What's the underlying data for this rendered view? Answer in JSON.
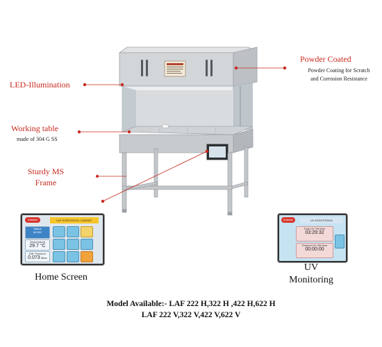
{
  "callouts": {
    "powder_coated": {
      "title": "Powder Coated",
      "line1": "Powder Coating for Scratch",
      "line2": "and Corrosion Resistance"
    },
    "led": {
      "title": "LED-Illumination"
    },
    "working_table": {
      "title": "Working table",
      "sub": "made of 304 G SS"
    },
    "frame": {
      "line1": "Sturdy  MS",
      "line2": "Frame"
    }
  },
  "home_screen": {
    "caption": "Home Screen",
    "logo": "Kalstein",
    "title": "LAF HORIZONTAL CABINET",
    "status": "Status",
    "mode": "MODE",
    "temperature_label": "Temperature",
    "temperature_value": "29.7 °C",
    "pressure_label": "Diff. Pressure",
    "pressure_value": "0.073",
    "pressure_unit": "Mbar"
  },
  "uv_screen": {
    "caption_line1": "UV",
    "caption_line2": "Monitoring",
    "logo": "Kalstein",
    "title": "UV MONITORING",
    "total_label": "Total UV ON time",
    "total_value": "03:29:32",
    "present_label": "Present UV ON time",
    "present_value": "00:00:00"
  },
  "models": {
    "line1": "Model Available:- LAF 222 H,322 H ,422 H,622 H",
    "line2": "LAF 222 V,322 V,422 V,622 V"
  },
  "colors": {
    "callout_red": "#c8281e",
    "cabinet_grey": "#c9cccf",
    "screen_yellow": "#f6c52a"
  }
}
